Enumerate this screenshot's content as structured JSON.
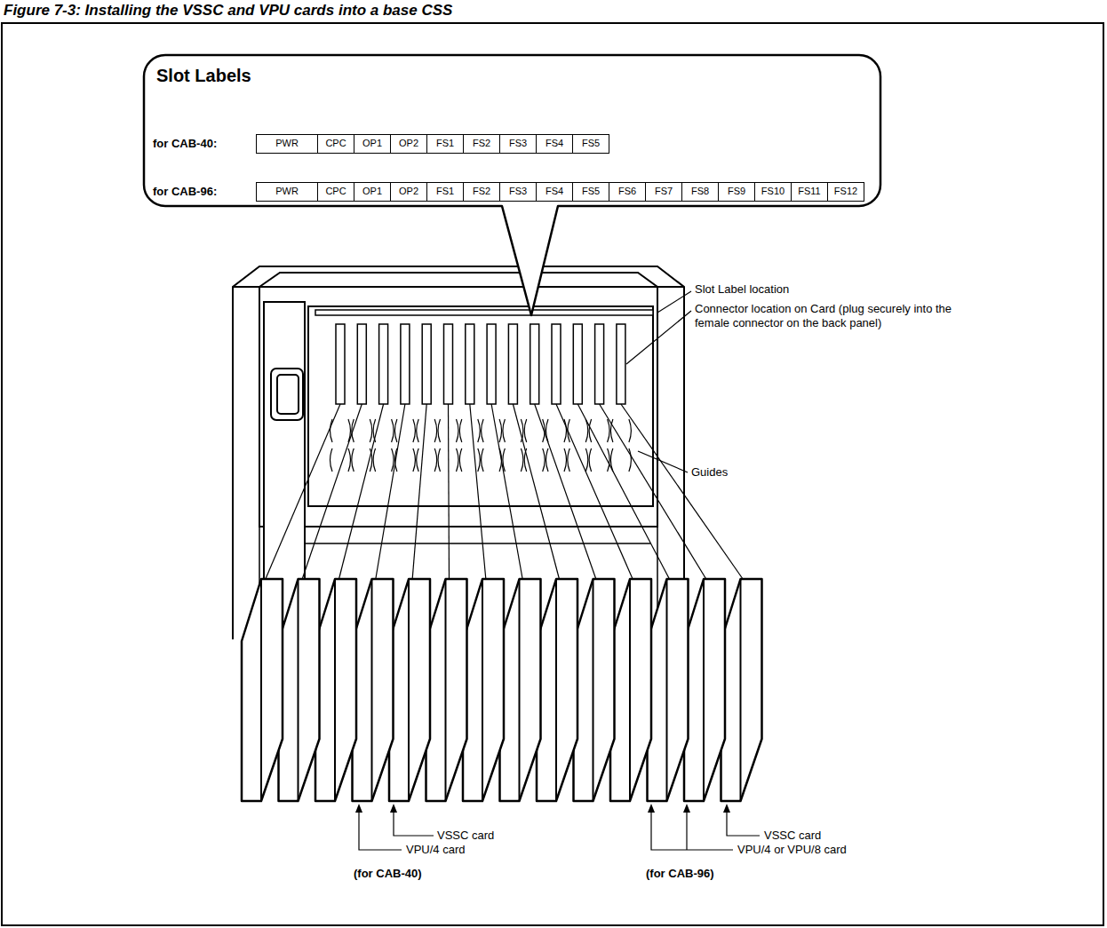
{
  "diagram": {
    "title": "Figure 7-3: Installing the VSSC and VPU cards into a base CSS",
    "nodes": [
      {
        "text": [
          "Slot Labels"
        ]
      }
    ],
    "labels": [
      "for CAB-40:",
      "PWR",
      "CPC",
      "OP1",
      "OP2",
      "FS1",
      "FS2",
      "FS3",
      "FS4",
      "FS5",
      "for CAB-96:",
      "PWR",
      "CPC",
      "OP1",
      "OP2",
      "FS1",
      "FS2",
      "FS3",
      "FS4",
      "FS5",
      "FS6",
      "FS7",
      "FS8",
      "FS9",
      "FS10",
      "FS11",
      "FS12",
      "Slot Label location",
      "Connector location on Card (plug securely into the female connector on the back panel)",
      "Guides",
      "VSSC card",
      "VPU/4 card",
      "(for CAB-40)",
      "VSSC card",
      "VPU/4 or VPU/8 card",
      "(for CAB-96)"
    ]
  }
}
